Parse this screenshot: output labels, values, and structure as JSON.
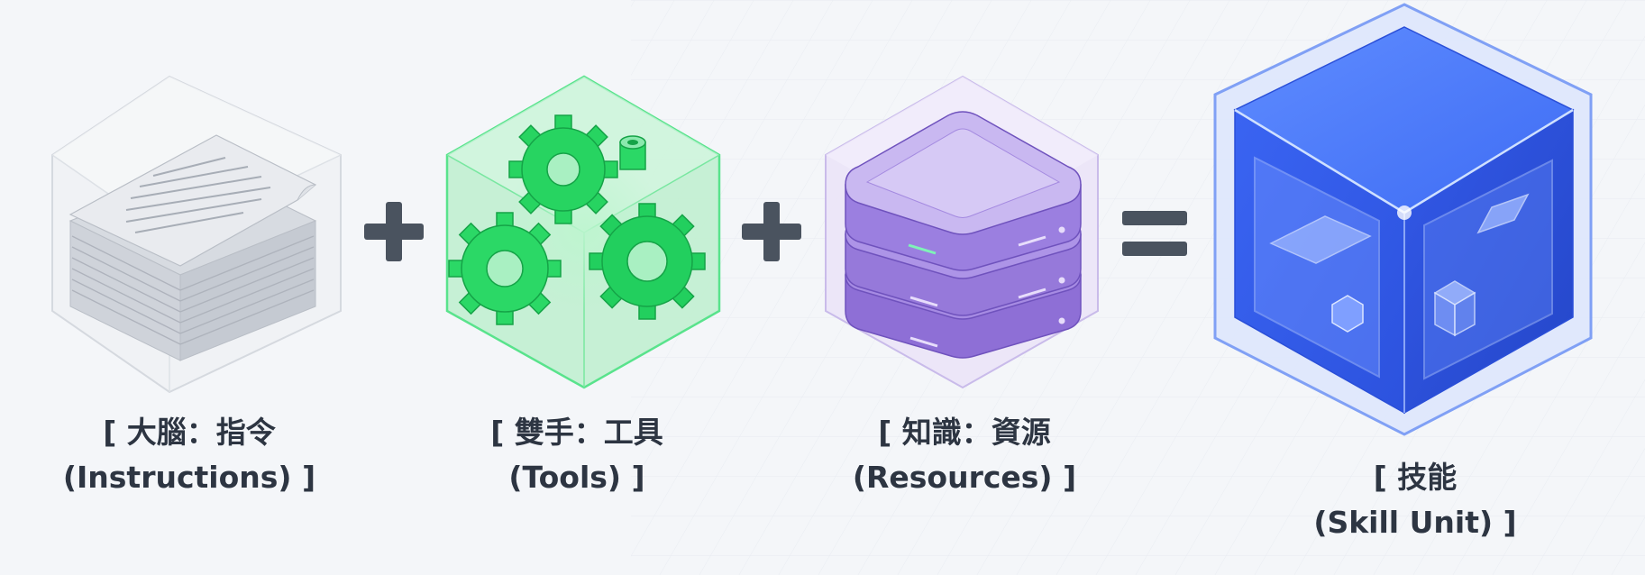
{
  "components": [
    {
      "id": "instructions",
      "icon": "document-stack-icon",
      "color": "#c9ced6",
      "label_line1": "[ 大腦：指令",
      "label_line2": "(Instructions) ]"
    },
    {
      "id": "tools",
      "icon": "gears-icon",
      "color": "#22d55e",
      "label_line1": "[ 雙手：工具",
      "label_line2": "(Tools) ]"
    },
    {
      "id": "resources",
      "icon": "server-stack-icon",
      "color": "#9b7fe0",
      "label_line1": "[ 知識：資源",
      "label_line2": "(Resources) ]"
    }
  ],
  "operators": [
    "+",
    "+",
    "="
  ],
  "result": {
    "id": "skill-unit",
    "icon": "skill-cube-icon",
    "color": "#2f66f0",
    "label_line1": "[ 技能",
    "label_line2": "(Skill Unit) ]"
  }
}
